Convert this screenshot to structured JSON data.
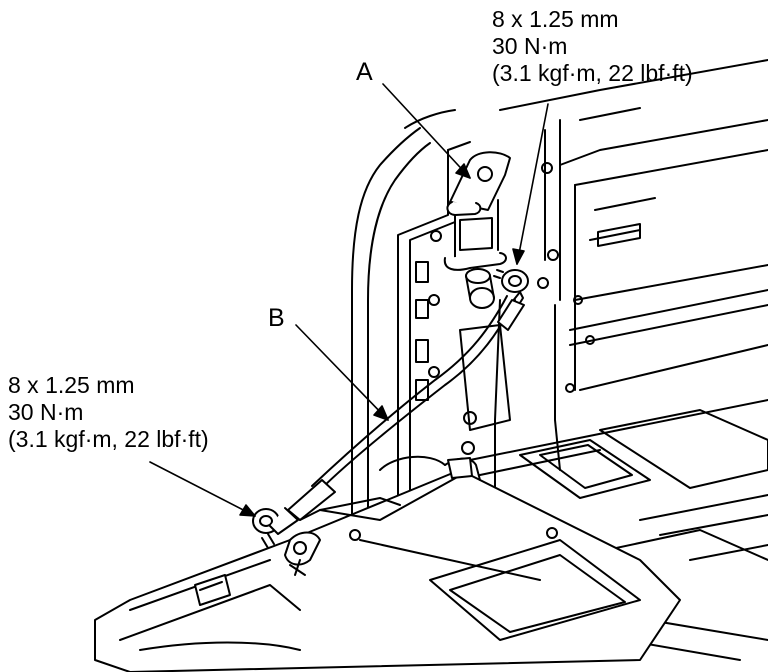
{
  "callouts": {
    "a": "A",
    "b": "B"
  },
  "torque_specs": {
    "upper": {
      "size": "8 x 1.25 mm",
      "torque": "30 N·m",
      "alt": "(3.1 kgf·m, 22 lbf·ft)"
    },
    "lower": {
      "size": "8 x 1.25 mm",
      "torque": "30 N·m",
      "alt": "(3.1 kgf·m, 22 lbf·ft)"
    }
  },
  "colors": {
    "ink": "#000000",
    "paper": "#ffffff"
  }
}
